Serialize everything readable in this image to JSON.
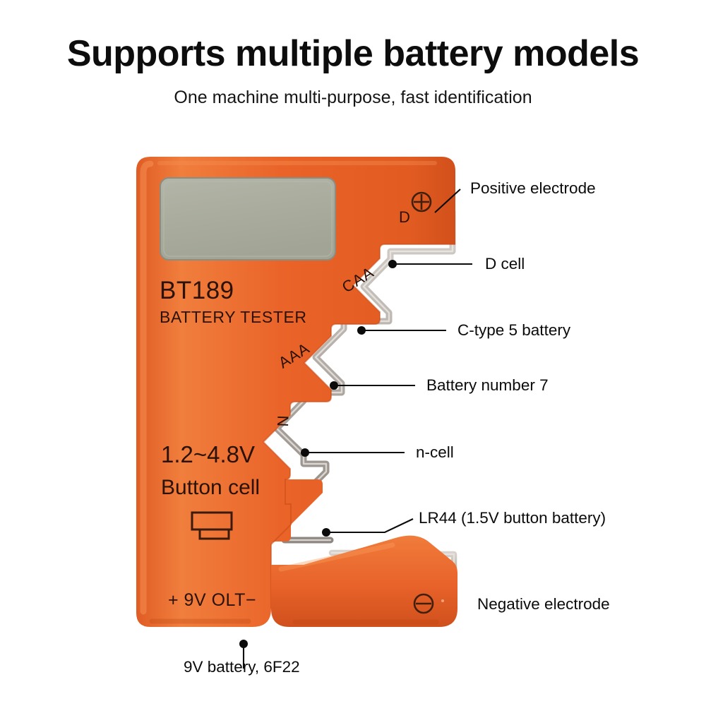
{
  "header": {
    "title": "Supports multiple battery models",
    "subtitle": "One machine multi-purpose, fast identification"
  },
  "device": {
    "model": "BT189",
    "brand_line": "BATTERY TESTER",
    "voltage_range": "1.2~4.8V",
    "button_cell_label": "Button cell",
    "nine_volt_label": "+ 9V OLT−",
    "d_slot_label": "D",
    "positive_symbol": "⊕",
    "negative_symbol": "⊖",
    "notch_labels": [
      {
        "name": "caa",
        "text": "CAA"
      },
      {
        "name": "aaa",
        "text": "AAA"
      },
      {
        "name": "n",
        "text": "N"
      }
    ],
    "screen_value": "",
    "colors": {
      "body": "#e8622a",
      "body_dark": "#cf4f1d",
      "body_light": "#f4803f",
      "screen": "#a9ac9d",
      "screen_border": "#8e9184",
      "contact": "#b3aca6",
      "print": "#2a1206"
    }
  },
  "callouts": [
    {
      "name": "positive-electrode",
      "text": "Positive electrode"
    },
    {
      "name": "d-cell",
      "text": "D cell"
    },
    {
      "name": "c-type-5-battery",
      "text": "C-type 5 battery"
    },
    {
      "name": "battery-number-7",
      "text": "Battery number 7"
    },
    {
      "name": "n-cell",
      "text": "n-cell"
    },
    {
      "name": "lr44",
      "text": "LR44 (1.5V button battery)"
    },
    {
      "name": "negative-electrode",
      "text": "Negative electrode"
    },
    {
      "name": "nine-volt-battery",
      "text": "9V battery, 6F22"
    }
  ]
}
